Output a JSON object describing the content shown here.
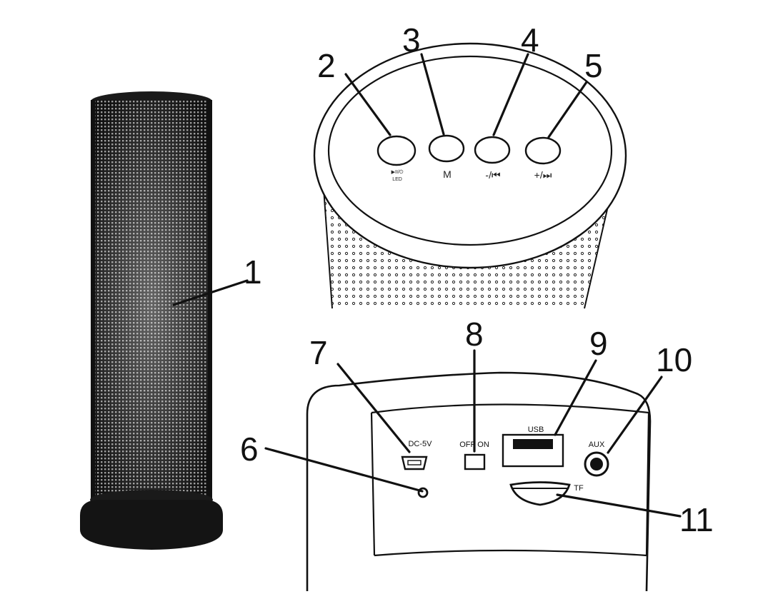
{
  "callouts": {
    "c1": "1",
    "c2": "2",
    "c3": "3",
    "c4": "4",
    "c5": "5",
    "c6": "6",
    "c7": "7",
    "c8": "8",
    "c9": "9",
    "c10": "10",
    "c11": "11"
  },
  "button_labels": {
    "play_led_top": "▶II/⏻",
    "play_led_bottom": "LED",
    "mode": "M",
    "vol_down_prev": "-/⏮",
    "vol_up_next": "+/⏭"
  },
  "port_labels": {
    "dc": "DC-5V",
    "switch": "OFF ON",
    "usb": "USB",
    "aux": "AUX",
    "tf": "TF"
  },
  "colors": {
    "line": "#111111",
    "speaker_body": "#1a1a1a",
    "background": "#ffffff"
  },
  "icons": [
    "speaker-grille",
    "control-panel",
    "port-panel"
  ]
}
